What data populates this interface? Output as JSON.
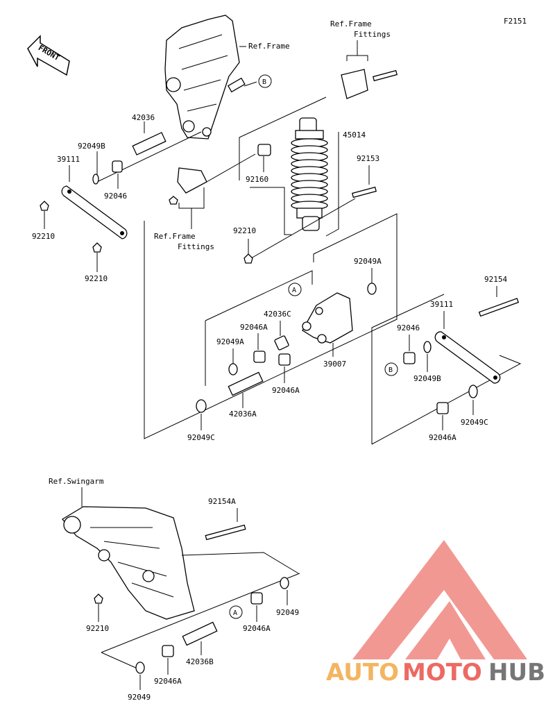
{
  "figure_code": "F2151",
  "front_label": "FRONT",
  "callouts": {
    "a": "A",
    "b": "B"
  },
  "labels": {
    "ref_frame": "Ref.Frame",
    "ref_frame_fittings_1": "Ref.Frame",
    "ref_frame_fittings_2": "Fittings",
    "ref_swingarm": "Ref.Swingarm",
    "p45014": "45014",
    "p42036": "42036",
    "p92049b_top": "92049B",
    "p39111_left": "39111",
    "p92046_left": "92046",
    "p92210_left": "92210",
    "p92210_left2": "92210",
    "p92160": "92160",
    "p92153": "92153",
    "p92210_mid": "92210",
    "p92049a_right": "92049A",
    "p42036c": "42036C",
    "p92046a_top": "92046A",
    "p92049a_left": "92049A",
    "p39007": "39007",
    "p92046a_mid": "92046A",
    "p42036a": "42036A",
    "p92049c_left": "92049C",
    "p92154": "92154",
    "p39111_right": "39111",
    "p92046_right": "92046",
    "p92049b_right": "92049B",
    "p92049c_right": "92049C",
    "p92046a_right": "92046A",
    "p92154a": "92154A",
    "p92210_bottom": "92210",
    "p92049_right": "92049",
    "p92046a_bottom": "92046A",
    "p42036b": "42036B",
    "p92046a_low": "92046A",
    "p92049_bottom": "92049"
  },
  "watermark": {
    "auto": "AUTO",
    "moto": "MOTO",
    "hub": "HUB"
  },
  "colors": {
    "watermark_red": "#e8453c",
    "watermark_orange": "#f2a33a",
    "watermark_gray": "#555555"
  }
}
